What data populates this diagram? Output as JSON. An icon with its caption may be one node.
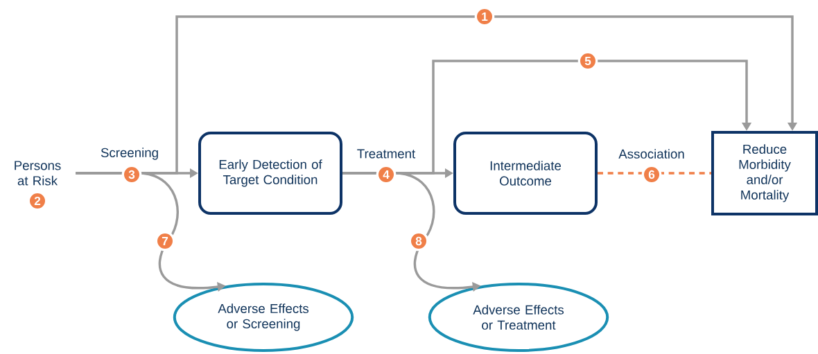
{
  "diagram": {
    "nodes": [
      {
        "text": [
          "Persons at Risk"
        ],
        "beside": [
          "2"
        ]
      },
      {
        "text": [
          "Early Detection of Target Condition"
        ]
      },
      {
        "text": [
          "Intermediate Outcome"
        ]
      },
      {
        "text": [
          "Reduce Morbidity and/or Mortality"
        ]
      },
      {
        "text": [
          "Adverse Effects or Screening"
        ]
      },
      {
        "text": [
          "Adverse Effects or Treatment"
        ]
      }
    ],
    "edges": [
      {
        "from": 0,
        "to": 1,
        "arrow": "to",
        "label": "Screening"
      },
      {
        "from": 1,
        "to": 2,
        "arrow": "to",
        "label": "Treatment"
      },
      {
        "from": 2,
        "to": 3,
        "arrow": "none",
        "label": "Association",
        "style": "dashed",
        "color": "#f07f48"
      },
      {
        "from": 0,
        "to": 3,
        "arrow": "to"
      },
      {
        "from": 1,
        "to": 3,
        "arrow": "to"
      },
      {
        "from": 0,
        "to": 4,
        "arrow": "to"
      },
      {
        "from": 1,
        "to": 5,
        "arrow": "to"
      }
    ],
    "labels": [
      "1",
      "5",
      "3",
      "4",
      "6",
      "7",
      "8"
    ]
  }
}
